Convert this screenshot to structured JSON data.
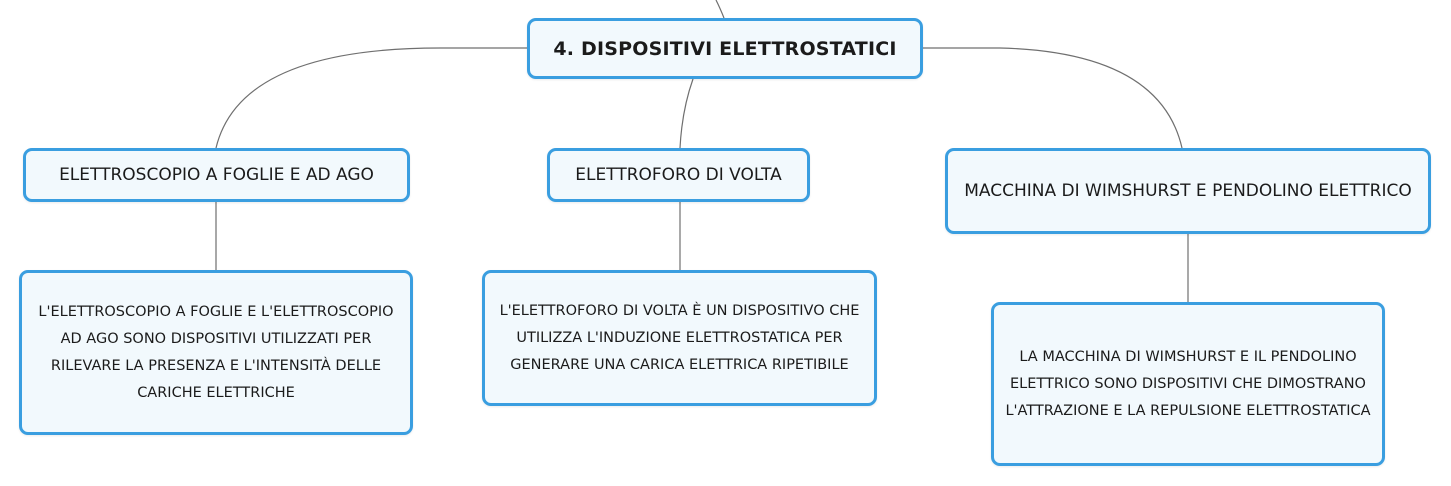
{
  "root": {
    "label": "4. DISPOSITIVI ELETTROSTATICI"
  },
  "topics": [
    {
      "label": "ELETTROSCOPIO A FOGLIE E AD AGO",
      "detail": "L'ELETTROSCOPIO A FOGLIE E L'ELETTROSCOPIO AD AGO SONO DISPOSITIVI UTILIZZATI PER RILEVARE LA PRESENZA E L'INTENSITÀ DELLE CARICHE ELETTRICHE"
    },
    {
      "label": "ELETTROFORO DI VOLTA",
      "detail": "L'ELETTROFORO DI VOLTA È UN DISPOSITIVO CHE UTILIZZA L'INDUZIONE ELETTROSTATICA PER GENERARE UNA CARICA ELETTRICA RIPETIBILE"
    },
    {
      "label": "MACCHINA DI WIMSHURST E PENDOLINO ELETTRICO",
      "detail": "LA MACCHINA DI WIMSHURST E IL PENDOLINO ELETTRICO SONO DISPOSITIVI CHE DIMOSTRANO L'ATTRAZIONE E LA REPULSIONE ELETTROSTATICA"
    }
  ],
  "colors": {
    "node_border": "#3a9ee0",
    "node_fill": "#f2f9fd",
    "connector": "#6f6f6f",
    "text": "#1b1b1b"
  }
}
